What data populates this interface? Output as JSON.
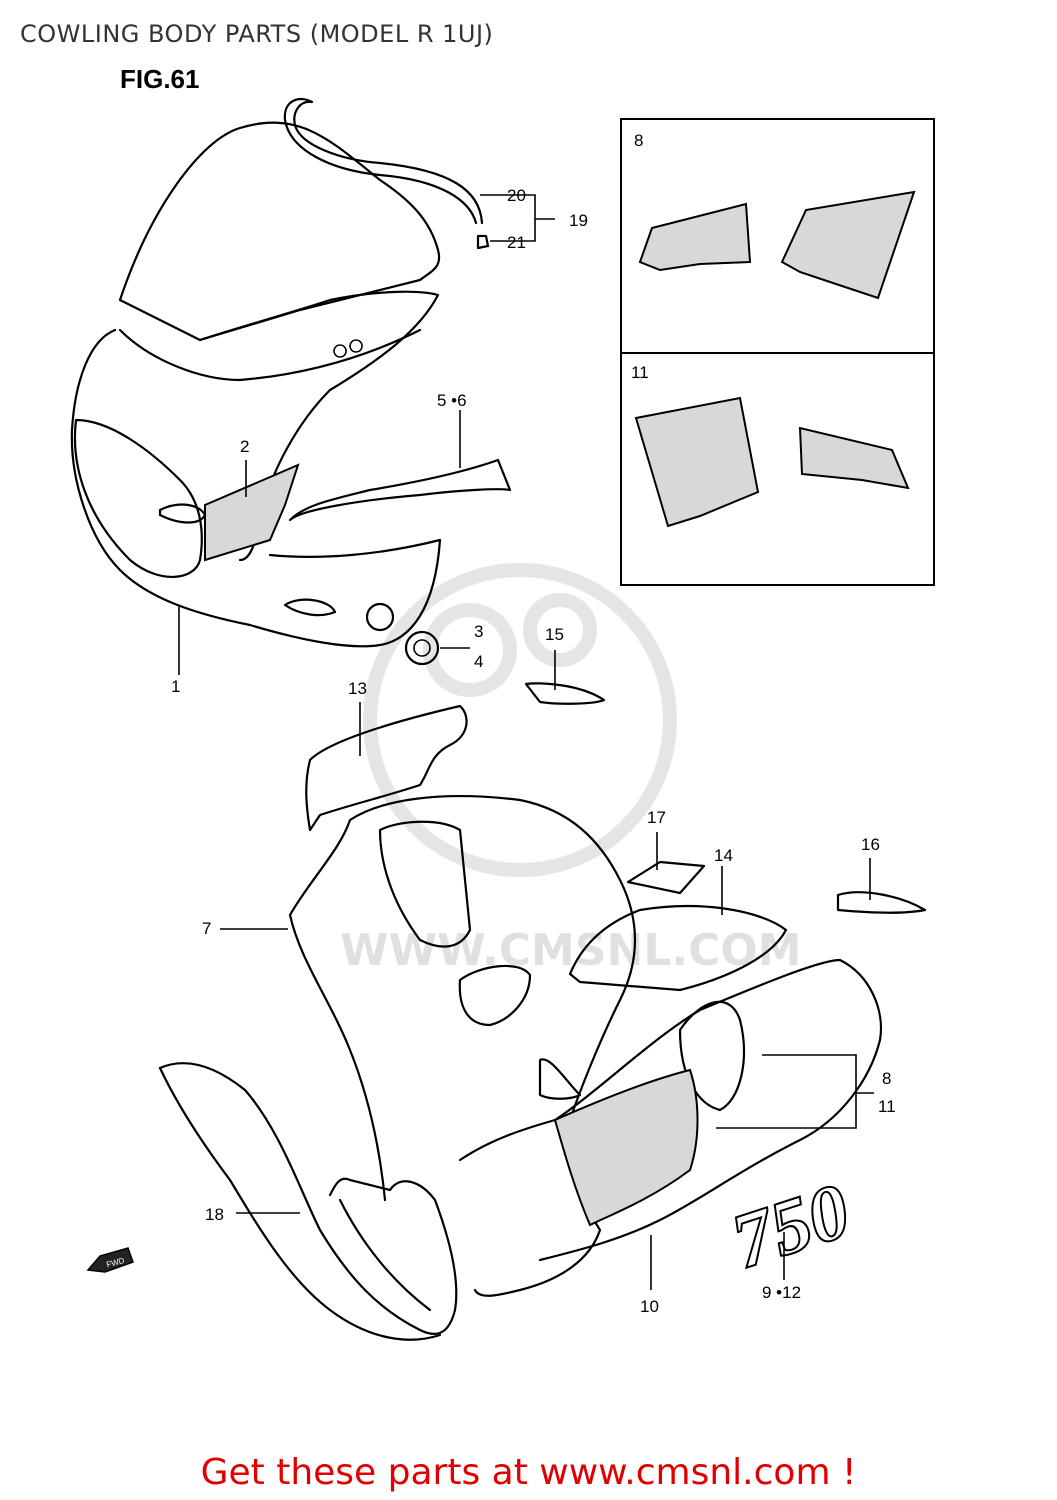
{
  "header": {
    "title": "COWLING BODY PARTS (MODEL R 1UJ)",
    "figure": "FIG.61"
  },
  "insets": [
    {
      "label": "8"
    },
    {
      "label": "11"
    }
  ],
  "callouts": {
    "c1": "1",
    "c2": "2",
    "c34a": "3",
    "c34b": "4",
    "c56": "5 •6",
    "c7": "7",
    "c8": "8",
    "c811a": "8",
    "c811b": "11",
    "c912": "9 •12",
    "c10": "10",
    "c11": "11",
    "c13": "13",
    "c14": "14",
    "c15": "15",
    "c16": "16",
    "c17": "17",
    "c18": "18",
    "c19": "19",
    "c20": "20",
    "c21": "21"
  },
  "decals": {
    "model": "750",
    "fwd": "FWD"
  },
  "watermark": {
    "text": "WWW.CMSNL.COM"
  },
  "footer": {
    "link_text": "Get these parts at www.cmsnl.com !"
  }
}
